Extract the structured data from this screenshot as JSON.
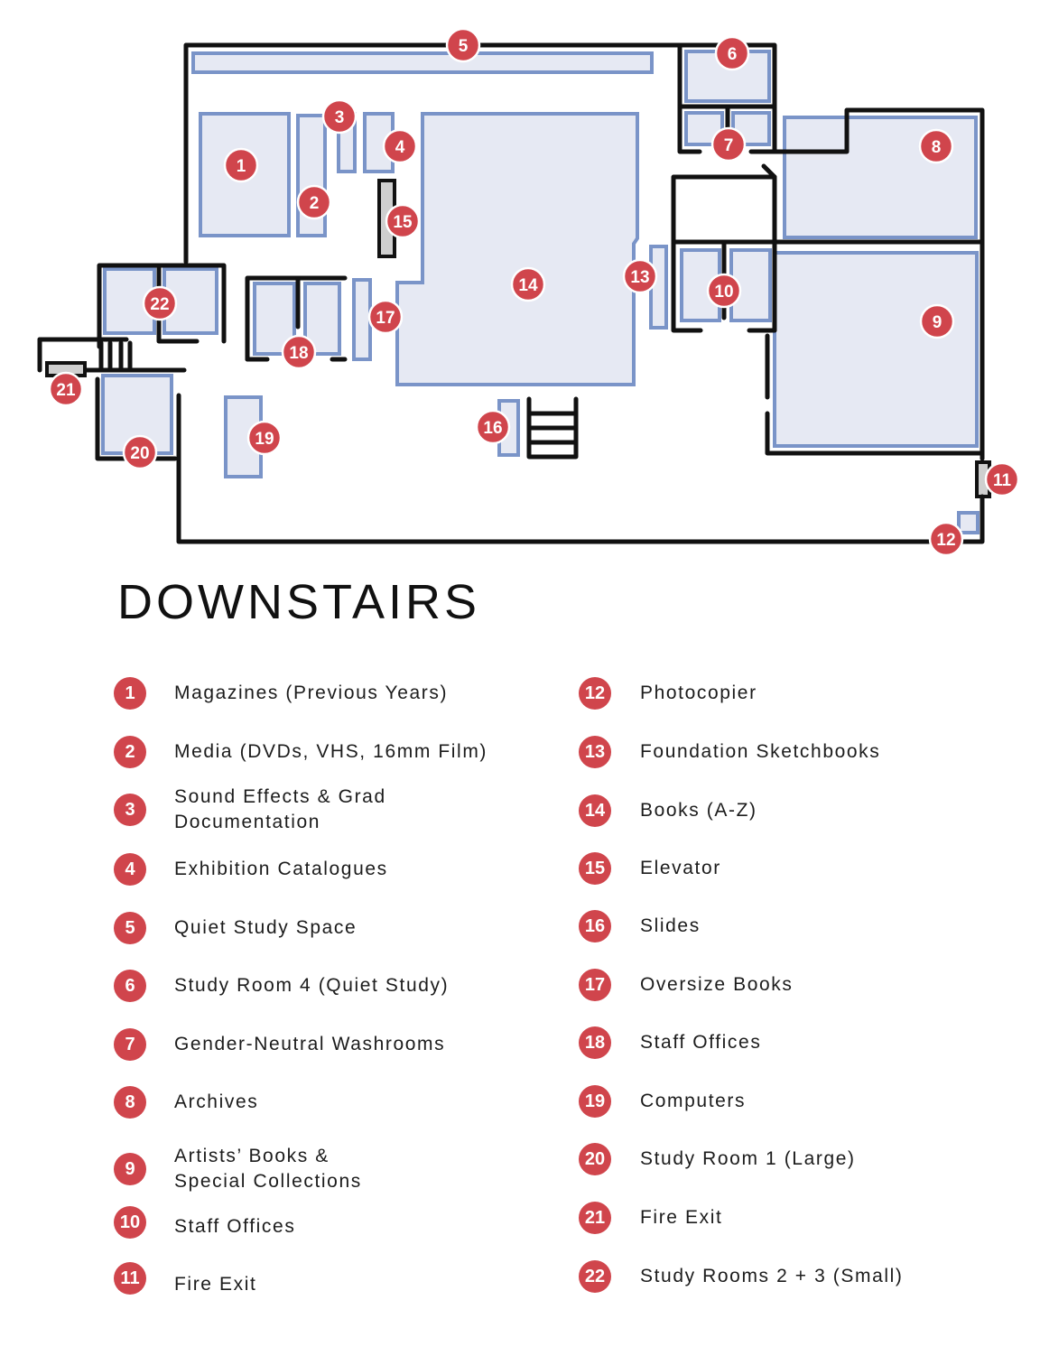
{
  "title": "DOWNSTAIRS",
  "colors": {
    "marker": "#d0454c",
    "zone_fill": "#e6e9f3",
    "zone_outline": "#7a94c8",
    "wall": "#111111",
    "elevator_fill": "#cfcfcf"
  },
  "legend": [
    {
      "number": "1",
      "label": "Magazines (Previous Years)"
    },
    {
      "number": "2",
      "label": "Media (DVDs, VHS, 16mm Film)"
    },
    {
      "number": "3",
      "label": "Sound Effects & Grad Documentation"
    },
    {
      "number": "4",
      "label": "Exhibition Catalogues"
    },
    {
      "number": "5",
      "label": "Quiet Study Space"
    },
    {
      "number": "6",
      "label": "Study Room 4 (Quiet Study)"
    },
    {
      "number": "7",
      "label": "Gender-Neutral Washrooms"
    },
    {
      "number": "8",
      "label": "Archives"
    },
    {
      "number": "9",
      "label": "Artists’ Books & Special Collections"
    },
    {
      "number": "10",
      "label": "Staff Offices"
    },
    {
      "number": "11",
      "label": "Fire Exit"
    },
    {
      "number": "12",
      "label": "Photocopier"
    },
    {
      "number": "13",
      "label": "Foundation Sketchbooks"
    },
    {
      "number": "14",
      "label": "Books (A-Z)"
    },
    {
      "number": "15",
      "label": "Elevator"
    },
    {
      "number": "16",
      "label": "Slides"
    },
    {
      "number": "17",
      "label": "Oversize Books"
    },
    {
      "number": "18",
      "label": "Staff Offices"
    },
    {
      "number": "19",
      "label": "Computers"
    },
    {
      "number": "20",
      "label": "Study Room 1 (Large)"
    },
    {
      "number": "21",
      "label": "Fire Exit"
    },
    {
      "number": "22",
      "label": "Study Rooms 2 + 3 (Small)"
    }
  ]
}
